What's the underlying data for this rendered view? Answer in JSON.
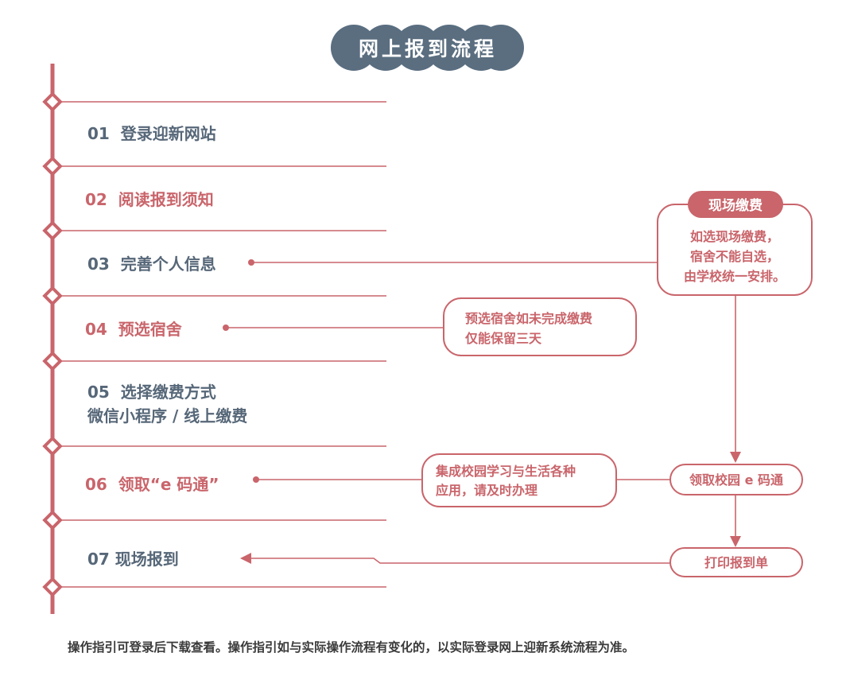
{
  "title": "网上报到流程",
  "steps": [
    {
      "label": "01  登录迎新网站"
    },
    {
      "label": "02  阅读报到须知"
    },
    {
      "label": "03  完善个人信息"
    },
    {
      "label": "04  预选宿舍"
    },
    {
      "label": "05  选择缴费方式",
      "label2": "微信小程序 / 线上缴费"
    },
    {
      "label": "06  领取“e 码通”"
    },
    {
      "label": "07 现场报到"
    }
  ],
  "notes": {
    "onsite_payment": {
      "header": "现场缴费",
      "lines": [
        "如选现场缴费，",
        "宿舍不能自选，",
        "由学校统一安排。"
      ]
    },
    "dorm_note": {
      "lines": [
        "预选宿舍如未完成缴费",
        "仅能保留三天"
      ]
    },
    "ecode_note": {
      "lines": [
        "集成校园学习与生活各种",
        "应用，请及时办理"
      ]
    },
    "get_ecode": {
      "label": "领取校园 e 码通"
    },
    "print_form": {
      "label": "打印报到单"
    }
  },
  "footer": "操作指引可登录后下载查看。操作指引如与实际操作流程有变化的，以实际登录网上迎新系统流程为准。",
  "colors": {
    "red": "#c9656b",
    "slate": "#566778",
    "title_bg": "#5a6e80",
    "footer": "#3a3a3a"
  }
}
